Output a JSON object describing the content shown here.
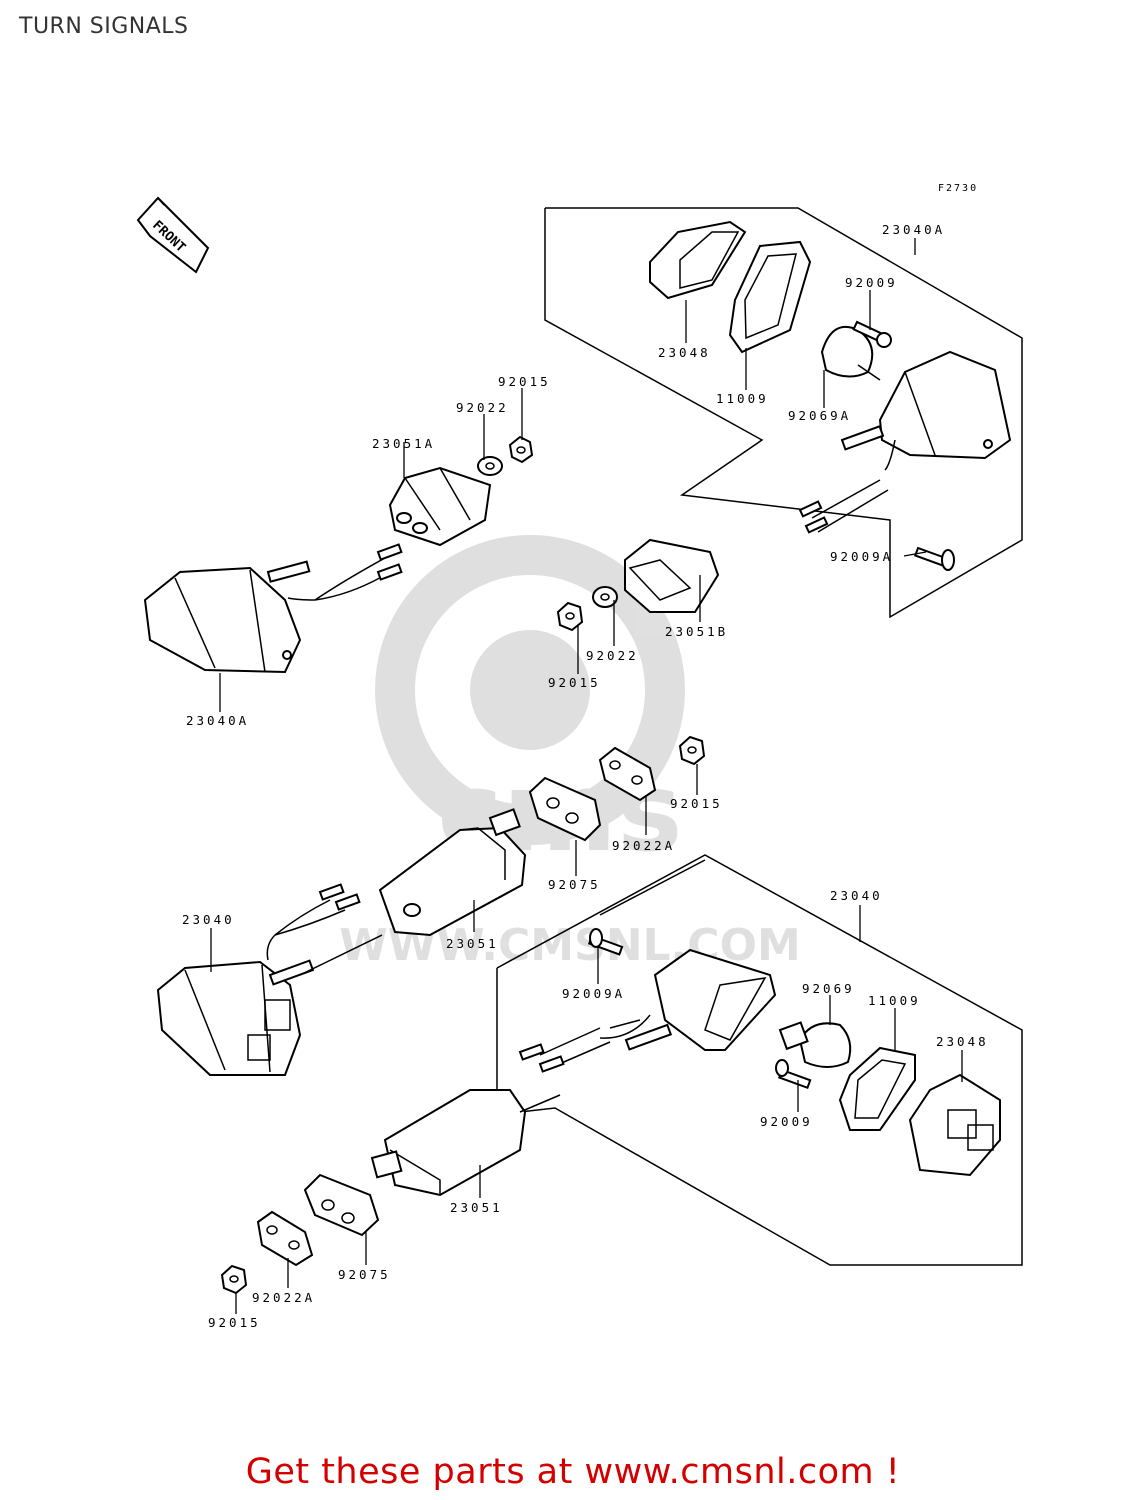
{
  "page": {
    "title": "TURN SIGNALS",
    "figure_code": "F2730",
    "front_label": "FRONT",
    "watermark": "WWW.CMSNL.COM",
    "call_to_action": "Get these parts at www.cmsnl.com !"
  },
  "colors": {
    "line_art": "#000000",
    "watermark": "#e6e6e6",
    "call_to_action": "#d40000",
    "title": "#333333"
  },
  "parts": [
    {
      "id": "p1",
      "number": "23040A"
    },
    {
      "id": "p2",
      "number": "92009"
    },
    {
      "id": "p3",
      "number": "23048"
    },
    {
      "id": "p4",
      "number": "11009"
    },
    {
      "id": "p5",
      "number": "92069A"
    },
    {
      "id": "p6",
      "number": "92015"
    },
    {
      "id": "p7",
      "number": "92022"
    },
    {
      "id": "p8",
      "number": "23051A"
    },
    {
      "id": "p9",
      "number": "92009A"
    },
    {
      "id": "p10",
      "number": "23051B"
    },
    {
      "id": "p11",
      "number": "92022"
    },
    {
      "id": "p12",
      "number": "92015"
    },
    {
      "id": "p13",
      "number": "23040A"
    },
    {
      "id": "p14",
      "number": "92015"
    },
    {
      "id": "p15",
      "number": "92022A"
    },
    {
      "id": "p16",
      "number": "92075"
    },
    {
      "id": "p17",
      "number": "23040"
    },
    {
      "id": "p18",
      "number": "23040"
    },
    {
      "id": "p19",
      "number": "23051"
    },
    {
      "id": "p20",
      "number": "92009A"
    },
    {
      "id": "p21",
      "number": "92069"
    },
    {
      "id": "p22",
      "number": "11009"
    },
    {
      "id": "p23",
      "number": "23048"
    },
    {
      "id": "p24",
      "number": "92009"
    },
    {
      "id": "p25",
      "number": "23051"
    },
    {
      "id": "p26",
      "number": "92075"
    },
    {
      "id": "p27",
      "number": "92022A"
    },
    {
      "id": "p28",
      "number": "92015"
    }
  ]
}
